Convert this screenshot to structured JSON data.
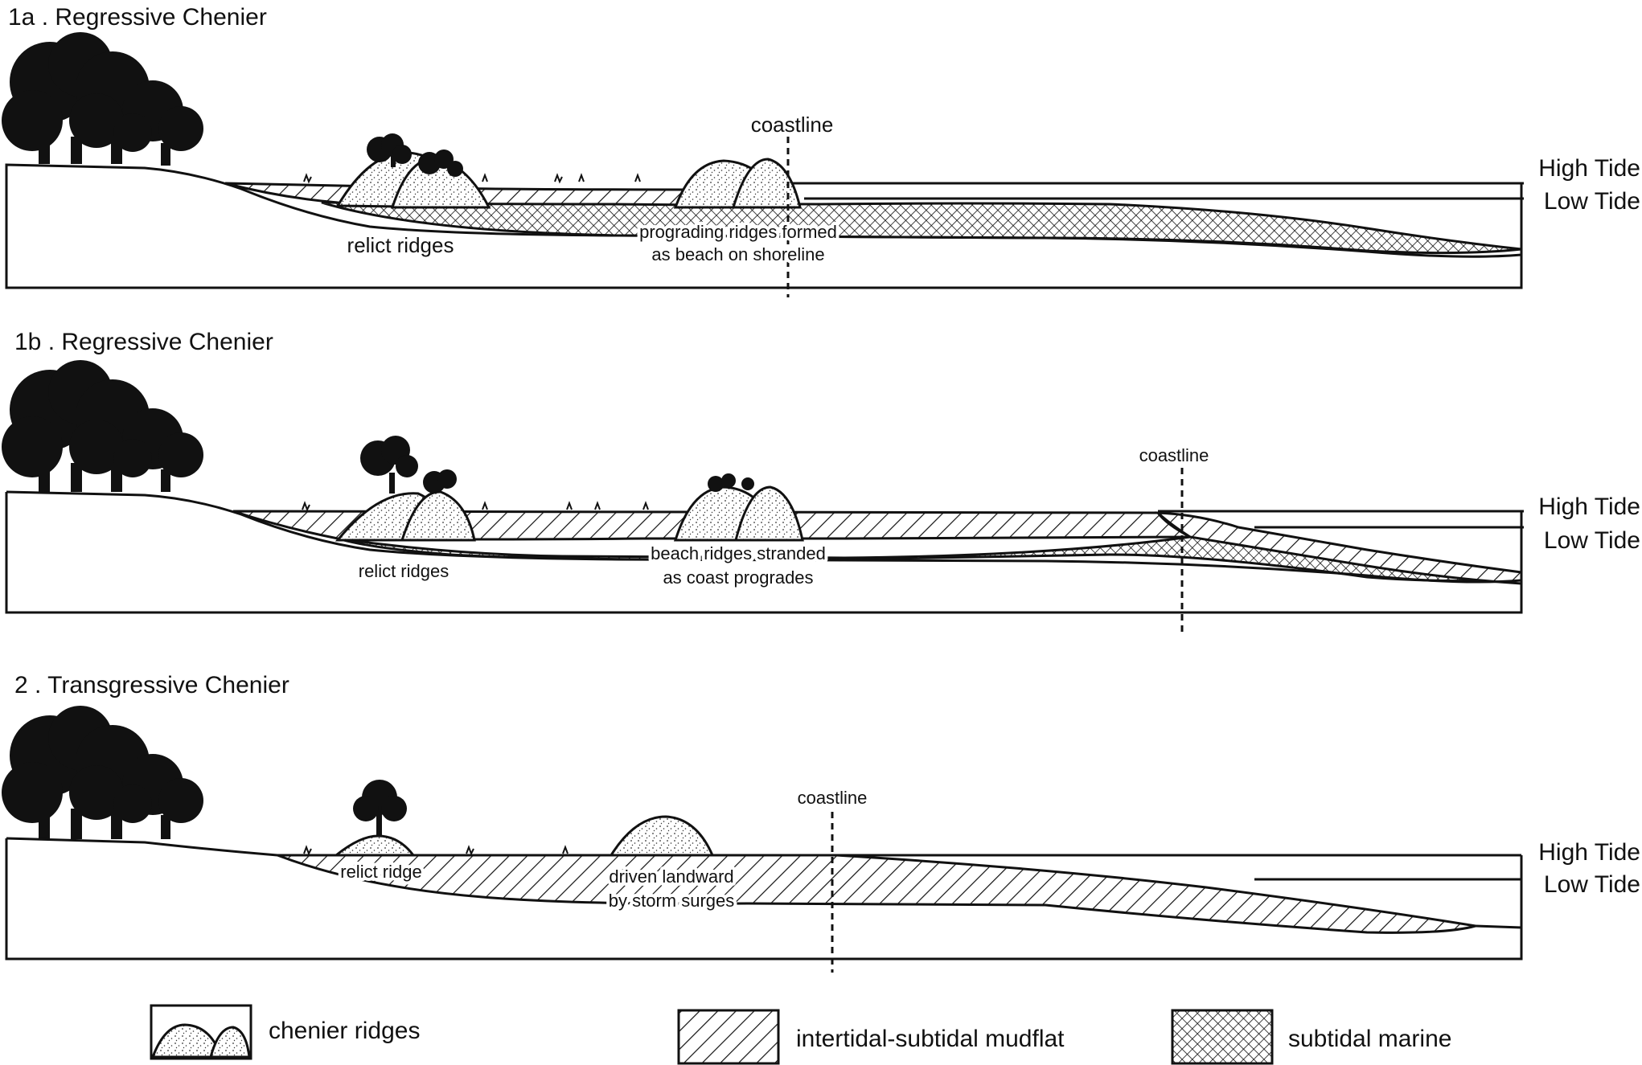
{
  "panels": [
    {
      "title": "1a . Regressive Chenier",
      "coastline_label": "coastline",
      "high_tide_label": "High Tide",
      "low_tide_label": "Low Tide",
      "relict_label": "relict ridges",
      "middle_label_line1": "prograding ridges formed",
      "middle_label_line2": "as beach on shoreline"
    },
    {
      "title": "1b . Regressive Chenier",
      "coastline_label": "coastline",
      "high_tide_label": "High Tide",
      "low_tide_label": "Low Tide",
      "relict_label": "relict ridges",
      "middle_label_line1": "beach ridges stranded",
      "middle_label_line2": "as coast progrades"
    },
    {
      "title": "2 . Transgressive Chenier",
      "coastline_label": "coastline",
      "high_tide_label": "High Tide",
      "low_tide_label": "Low Tide",
      "relict_label": "relict ridge",
      "middle_label_line1": "driven landward",
      "middle_label_line2": "by storm surges"
    }
  ],
  "legend": {
    "chenier": "chenier ridges",
    "mudflat": "intertidal-subtidal mudflat",
    "marine": "subtidal marine"
  }
}
